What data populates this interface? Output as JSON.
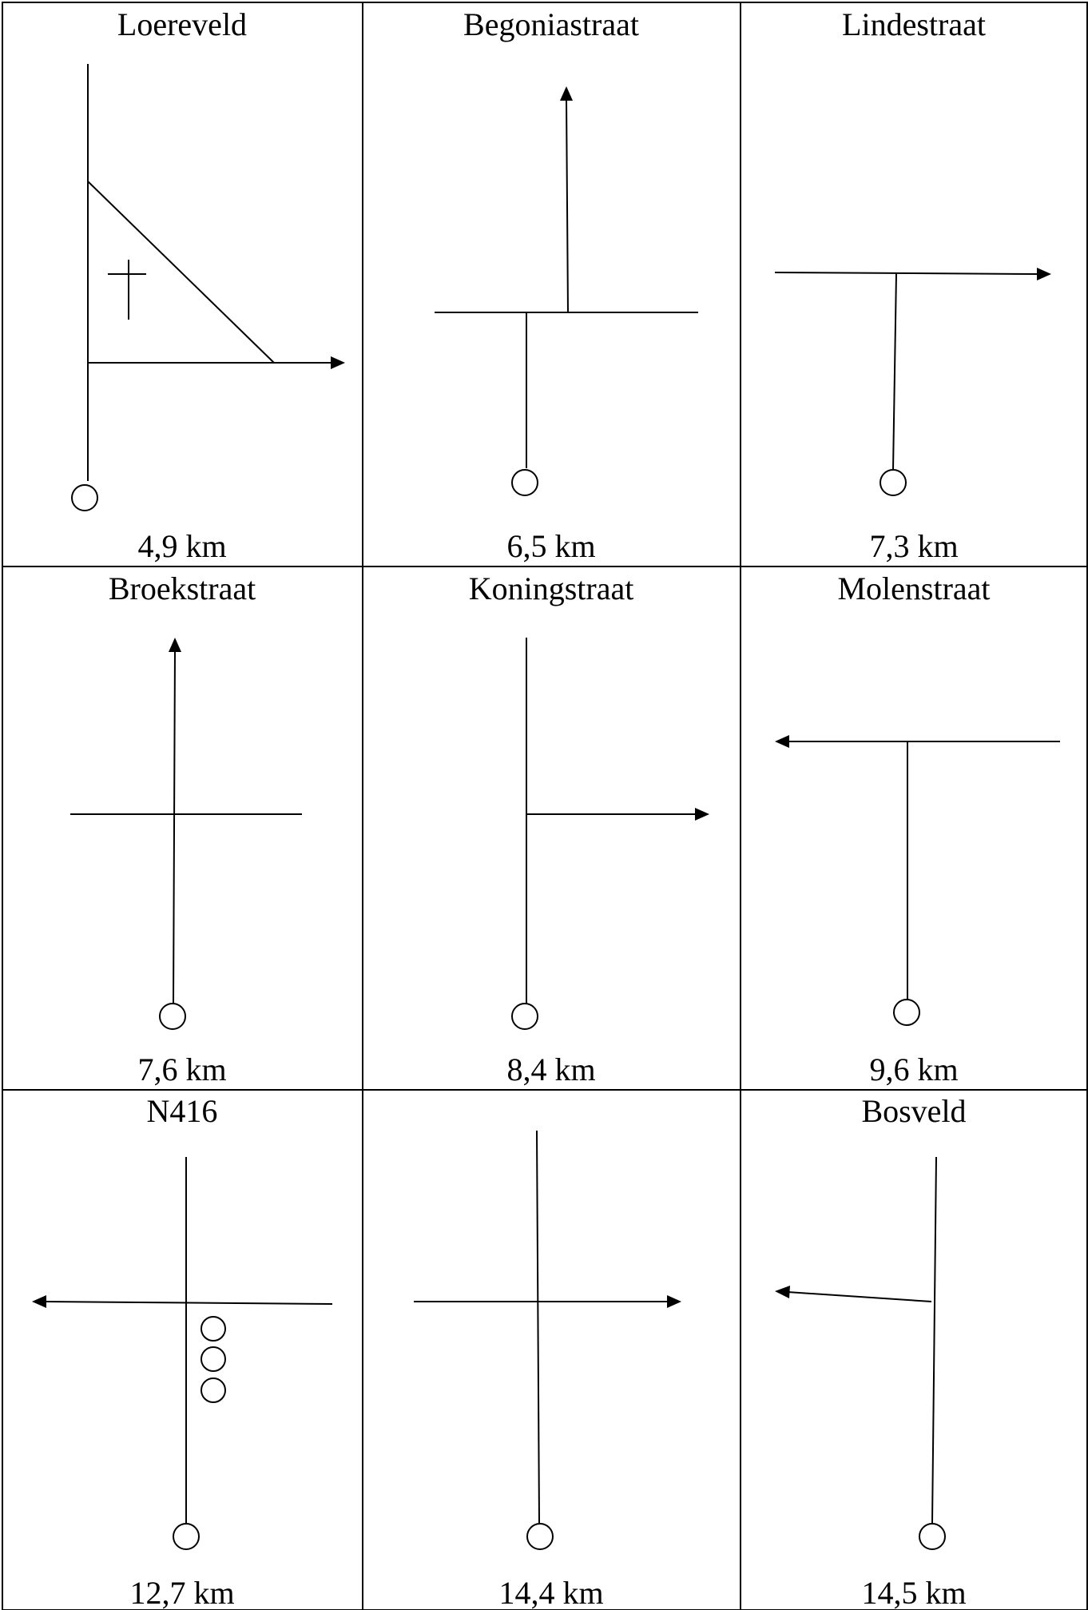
{
  "cells": [
    {
      "name": "Loereveld",
      "distance": "4,9 km"
    },
    {
      "name": "Begoniastraat",
      "distance": "6,5 km"
    },
    {
      "name": "Lindestraat",
      "distance": "7,3 km"
    },
    {
      "name": "Broekstraat",
      "distance": "7,6 km"
    },
    {
      "name": "Koningstraat",
      "distance": "8,4 km"
    },
    {
      "name": "Molenstraat",
      "distance": "9,6 km"
    },
    {
      "name": "N416",
      "distance": "12,7 km"
    },
    {
      "name": "",
      "distance": "14,4 km"
    },
    {
      "name": "Bosveld",
      "distance": "14,5 km"
    }
  ]
}
